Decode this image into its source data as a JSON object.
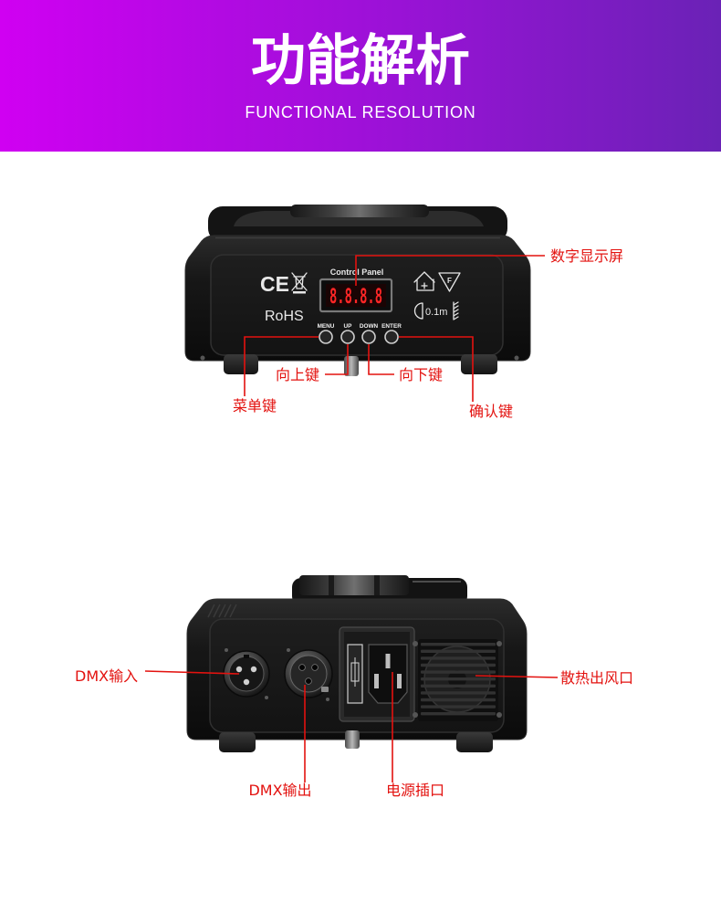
{
  "header": {
    "title": "功能解析",
    "subtitle": "FUNCTIONAL RESOLUTION"
  },
  "colors": {
    "banner_start": "#d000f2",
    "banner_mid": "#9a12d6",
    "banner_end": "#6a22b6",
    "callout": "#e3120f",
    "led_segments": "#ff2626"
  },
  "control_view": {
    "panel_title": "Control Panel",
    "display_readout": "8.8.8.8",
    "marks": {
      "ce": "CE",
      "rohs": "RoHS",
      "flammable": "F",
      "min_distance": "0.1m"
    },
    "buttons": [
      "MENU",
      "UP",
      "DOWN",
      "ENTER"
    ],
    "icons": [
      "weee-bin-icon",
      "indoor-use-icon",
      "flammable-surface-icon",
      "min-distance-icon"
    ],
    "callouts": {
      "display": "数字显示屏",
      "menu": "菜单键",
      "up": "向上键",
      "down": "向下键",
      "enter": "确认键"
    }
  },
  "rear_view": {
    "callouts": {
      "dmx_in": "DMX输入",
      "dmx_out": "DMX输出",
      "power": "电源插口",
      "vent": "散热出风口"
    }
  }
}
